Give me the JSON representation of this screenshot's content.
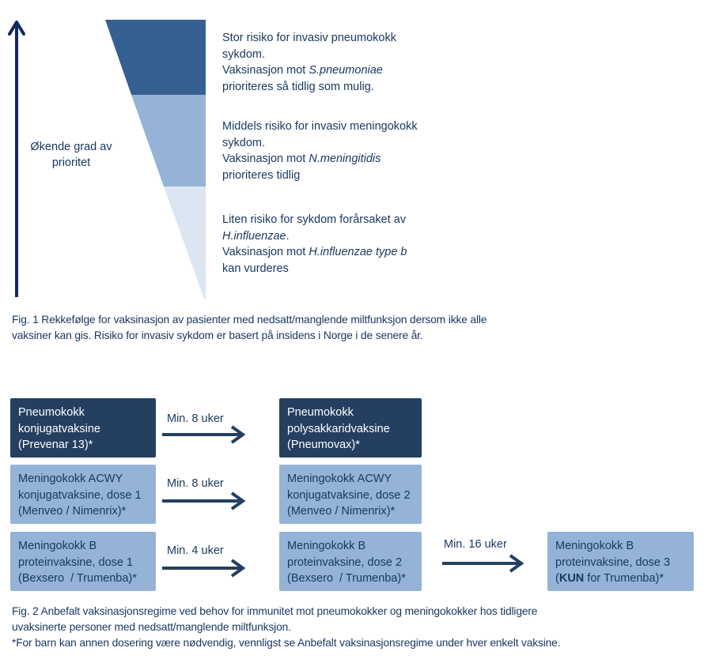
{
  "figure1": {
    "axis_label_line1": "Økende grad av",
    "axis_label_line2": "prioritet",
    "colors": {
      "axis": "#0f2a5c",
      "band_high": "#376092",
      "band_mid": "#95b3d7",
      "band_low": "#dce6f2"
    },
    "bands": [
      {
        "level": "high",
        "line1": "Stor risiko for invasiv pneumokokk",
        "line2": "sykdom.",
        "line3_prefix": "Vaksinasjon mot ",
        "line3_italic": "S.pneumoniae",
        "line4": "prioriteres så tidlig som mulig."
      },
      {
        "level": "mid",
        "line1": "Middels risiko for invasiv meningokokk",
        "line2": "sykdom.",
        "line3_prefix": "Vaksinasjon mot ",
        "line3_italic": "N.meningitidis",
        "line4": "prioriteres tidlig"
      },
      {
        "level": "low",
        "line1": "Liten risiko for sykdom forårsaket av",
        "line2_italic": "H.influenzae",
        "line2_suffix": ".",
        "line3_prefix": "Vaksinasjon mot ",
        "line3_italic": "H.influenzae type b",
        "line4": "kan vurderes"
      }
    ],
    "caption_line1": "Fig. 1 Rekkefølge for vaksinasjon av pasienter med nedsatt/manglende miltfunksjon dersom ikke alle",
    "caption_line2": "vaksiner kan gis. Risiko for invasiv sykdom er basert på insidens i Norge i de senere år."
  },
  "figure2": {
    "colors": {
      "dark_box": "#243f60",
      "light_box": "#95b3d7",
      "arrow": "#243f60"
    },
    "rows": [
      {
        "first": {
          "line1": "Pneumokokk",
          "line2": "konjugatvaksine",
          "line3": "(Prevenar 13)*"
        },
        "interval1": "Min. 8 uker",
        "second": {
          "line1": "Pneumokokk",
          "line2": "polysakkaridvaksine",
          "line3": "(Pneumovax)*"
        }
      },
      {
        "first": {
          "line1": "Meningokokk ACWY",
          "line2": "konjugatvaksine, dose 1",
          "line3": "(Menveo / Nimenrix)*"
        },
        "interval1": "Min. 8 uker",
        "second": {
          "line1": "Meningokokk ACWY",
          "line2": "konjugatvaksine, dose 2",
          "line3": "(Menveo / Nimenrix)*"
        }
      },
      {
        "first": {
          "line1": "Meningokokk B",
          "line2": "proteinvaksine, dose 1",
          "line3": "(Bexsero  / Trumenba)*"
        },
        "interval1": "Min. 4 uker",
        "second": {
          "line1": "Meningokokk B",
          "line2": "proteinvaksine, dose 2",
          "line3": "(Bexsero  / Trumenba)*"
        },
        "interval2": "Min. 16 uker",
        "third": {
          "line1": "Meningokokk B",
          "line2": "proteinvaksine, dose 3",
          "line3_open": "(",
          "line3_bold": "KUN",
          "line3_rest": " for Trumenba)*"
        }
      }
    ],
    "caption_line1": "Fig. 2 Anbefalt vaksinasjonsregime ved behov for immunitet mot pneumokokker og meningokokker hos tidligere",
    "caption_line2": "uvaksinerte personer med nedsatt/manglende miltfunksjon.",
    "caption_line3": "*For barn kan annen dosering være nødvendig, vennligst se Anbefalt vaksinasjonsregime under hver enkelt vaksine."
  }
}
